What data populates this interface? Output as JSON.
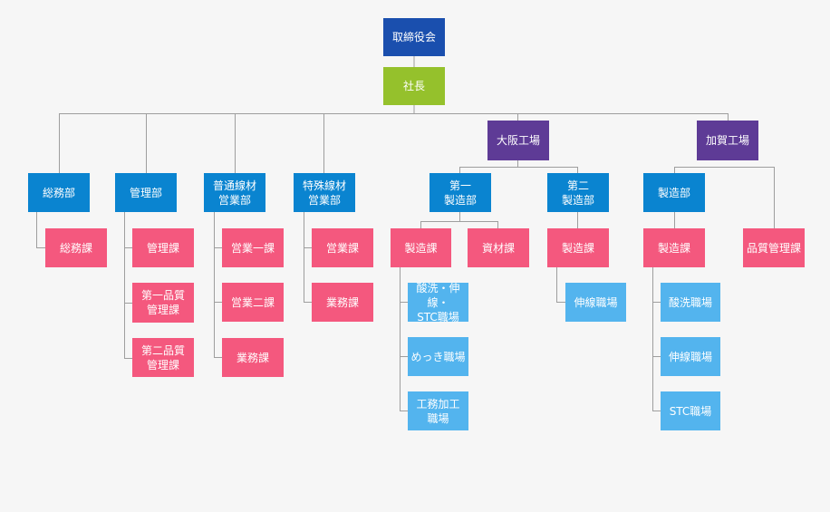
{
  "org": {
    "board": "取締役会",
    "president": "社長",
    "osaka": "大阪工場",
    "kaga": "加賀工場",
    "general_affairs": "総務部",
    "general_affairs_sec": "総務課",
    "management": "管理部",
    "management_sec": "管理課",
    "quality1_sec": "第一品質\n管理課",
    "quality2_sec": "第二品質\n管理課",
    "wire_sales": "普通線材\n営業部",
    "sales1_sec": "営業一課",
    "sales2_sec": "営業二課",
    "business_sec_a": "業務課",
    "special_sales": "特殊線材\n営業部",
    "sales_sec": "営業課",
    "business_sec_b": "業務課",
    "mfg1": "第一\n製造部",
    "mfg1_sec": "製造課",
    "materials_sec": "資材課",
    "pickling_stc": "酸洗・伸線・\nSTC職場",
    "plating": "めっき職場",
    "processing": "工務加工\n職場",
    "mfg2": "第二\n製造部",
    "mfg2_sec": "製造課",
    "drawing_a": "伸線職場",
    "kaga_mfg": "製造部",
    "kaga_mfg_sec": "製造課",
    "pickling": "酸洗職場",
    "drawing_b": "伸線職場",
    "stc": "STC職場",
    "qc_sec": "品質管理課"
  },
  "colors": {
    "top": "#1a4fae",
    "president": "#95c12c",
    "factory": "#5e3b96",
    "department": "#0a84d0",
    "section": "#f4587e",
    "workplace": "#53b4ee",
    "line": "#9e9e9e"
  }
}
